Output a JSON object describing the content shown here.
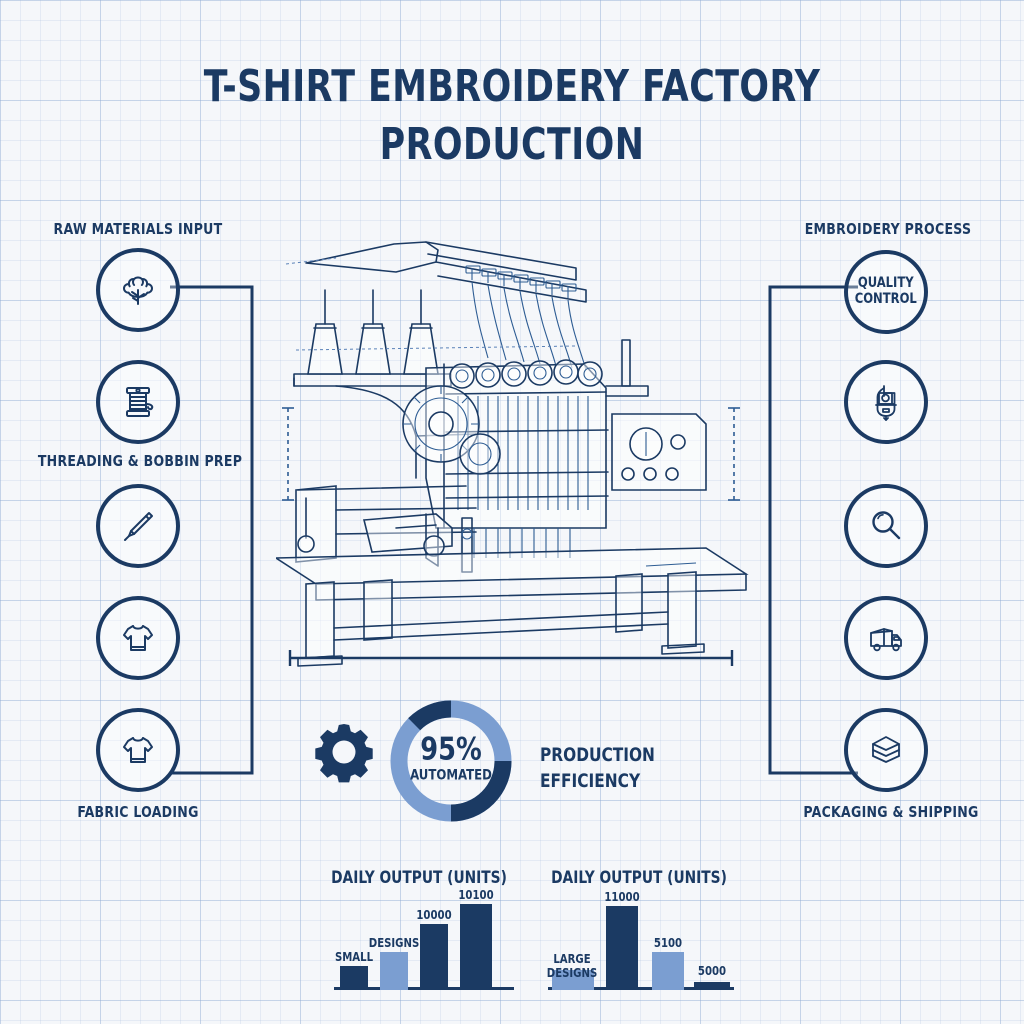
{
  "title": {
    "line1": "T-SHIRT EMBROIDERY FACTORY",
    "line2": "PRODUCTION"
  },
  "colors": {
    "navy": "#1b3a63",
    "mid_blue": "#7b9ed1",
    "light_blue": "#8fb0dd",
    "paper": "#f5f7fa",
    "grid": "#8caad2"
  },
  "left_column": {
    "heading": "RAW MATERIALS INPUT",
    "mid_label": "THREADING & BOBBIN PREP",
    "bottom_label": "FABRIC LOADING",
    "nodes": [
      {
        "icon": "cotton-boll-icon"
      },
      {
        "icon": "thread-spool-icon"
      },
      {
        "icon": "needle-pen-icon"
      },
      {
        "icon": "tshirt-icon"
      },
      {
        "icon": "tshirt-icon"
      }
    ]
  },
  "right_column": {
    "heading": "EMBROIDERY PROCESS",
    "bottom_label": "PACKAGING & SHIPPING",
    "nodes": [
      {
        "icon": "text-node",
        "text_line1": "QUALITY",
        "text_line2": "CONTROL"
      },
      {
        "icon": "embroidery-head-icon"
      },
      {
        "icon": "magnifier-icon"
      },
      {
        "icon": "delivery-truck-icon"
      },
      {
        "icon": "folded-stack-icon"
      }
    ]
  },
  "center": {
    "machine_icon": "embroidery-machine-blueprint"
  },
  "efficiency": {
    "gear_icon": "gear-icon",
    "percent": "95%",
    "sub": "AUTOMATED",
    "label_line1": "PRODUCTION",
    "label_line2": "EFFICIENCY"
  },
  "chart_data": [
    {
      "type": "bar",
      "title": "DAILY OUTPUT (UNITS)",
      "categories": [
        "SMALL\nDESIGNS",
        "",
        "",
        ""
      ],
      "labels": [
        "SMALL",
        "DESIGNS",
        "10000",
        "10100"
      ],
      "values": [
        2500,
        4200,
        10000,
        10100
      ],
      "ylim": [
        0,
        11000
      ],
      "bar_colors": [
        "#1b3a63",
        "#7b9ed1",
        "#1b3a63",
        "#1b3a63"
      ],
      "xlabel": "",
      "ylabel": "",
      "grid": false
    },
    {
      "type": "bar",
      "title": "DAILY OUTPUT (UNITS)",
      "categories": [
        "LARGE\nDESIGNS",
        "",
        "",
        ""
      ],
      "labels": [
        "LARGE",
        "DESIGNS",
        "11000",
        "5100",
        "5000"
      ],
      "values": [
        3000,
        11000,
        5100,
        900
      ],
      "ylim": [
        0,
        11000
      ],
      "bar_colors": [
        "#7b9ed1",
        "#1b3a63",
        "#7b9ed1",
        "#1b3a63"
      ],
      "xlabel": "",
      "ylabel": "",
      "grid": false
    }
  ]
}
